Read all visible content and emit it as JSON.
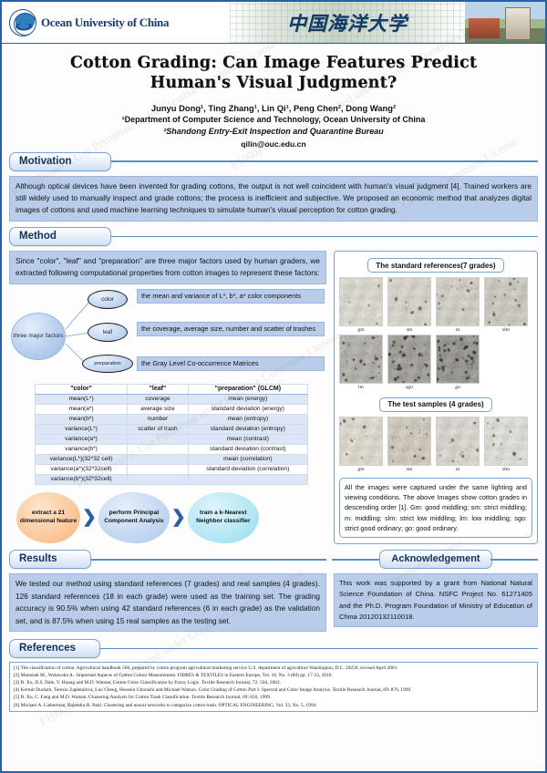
{
  "banner": {
    "university_en": "Ocean University of China",
    "university_cn": "中国海洋大学",
    "logo_icon": "ocean-university-seal-icon",
    "photo_icon": "campus-photo-icon"
  },
  "title": {
    "line1": "Cotton Grading: Can Image Features Predict",
    "line2": "Human's Visual Judgment?"
  },
  "authors": {
    "names": "Junyu Dong¹, Ting Zhang¹, Lin Qi¹, Peng Chen², Dong Wang²",
    "affiliation1": "¹Department of Computer Science and Technology, Ocean University of China",
    "affiliation2": "²Shandong Entry-Exit Inspection and Quarantine Bureau",
    "email": "qilin@ouc.edu.cn"
  },
  "sections": {
    "motivation": "Motivation",
    "method": "Method",
    "results": "Results",
    "acknowledgement": "Acknowledgement",
    "references": "References"
  },
  "motivation": {
    "text": "Although optical devices have been invented for grading cottons, the output is not well coincident with human's visual judgment [4]. Trained workers are still widely used to manually inspect and grade cottons; the process is inefficient and subjective. We proposed an economic method that analyzes digital images of cottons and used machine learning techniques to simulate human's visual perception for cotton grading."
  },
  "method": {
    "intro": "Since \"color\", \"leaf\" and \"preparation\" are three major factors used by human graders, we extracted following computational properties from cotton images to represent these factors:",
    "factor_root": "three major factors",
    "factors": [
      {
        "name": "color",
        "desc": "the mean and variance of L*, b*, a* color components"
      },
      {
        "name": "leaf",
        "desc": "the coverage, average size, number and scatter of trashes"
      },
      {
        "name": "preparation",
        "desc": "the Gray Level Co-occurrence Matrices"
      }
    ],
    "table": {
      "headers": [
        "\"color\"",
        "\"leaf\"",
        "\"preparation\" (GLCM)"
      ],
      "rows": [
        [
          "mean(L*)",
          "coverage",
          "mean (energy)"
        ],
        [
          "mean(a*)",
          "average size",
          "standard deviation (energy)"
        ],
        [
          "mean(b*)",
          "number",
          "mean (entropy)"
        ],
        [
          "variance(L*)",
          "scatter of trash",
          "standard deviation (entropy)"
        ],
        [
          "variance(a*)",
          "",
          "mean (contrast)"
        ],
        [
          "variance(b*)",
          "",
          "standard deviation (contrast)"
        ],
        [
          "variance(L*)(32*32 cell)",
          "",
          "mean (correlation)"
        ],
        [
          "variance(a*)(32*32cell)",
          "",
          "standard deviation (correlation)"
        ],
        [
          "variance(b*)(32*32cell)",
          "",
          ""
        ]
      ]
    },
    "flow": [
      "extract a 21 dimensional feature",
      "perform Principal Component Analysis",
      "train a k-Nearest Neighbor classifier"
    ],
    "flow_arrow_icon": "chevron-right-icon"
  },
  "images": {
    "standard_caption": "The standard references(7 grades)",
    "test_caption": "The test samples (4 grades)",
    "standard_row1": [
      "gm",
      "sm",
      "m",
      "slm"
    ],
    "standard_row2": [
      "lm",
      "sgo",
      "go"
    ],
    "test_labels": [
      "gm",
      "sm",
      "m",
      "slm"
    ],
    "note": "All the images were captured under the same lighting and viewing conditions. The above Images show cotton grades in descending order [1]. Gm: good middling; sm: strict middling; m: middling; slm: strict low middling; lm: low middling; sgo: strict good ordinary; go: good ordinary."
  },
  "results": {
    "text": "We tested our method using standard references (7 grades) and real samples (4 grades). 126 standard references (18 in each grade) were used as the training set. The grading accuracy is 90.5% when using 42 standard references (6 in each grade) as the validation set, and is 87.5% when using 15 real samples as the testing set."
  },
  "acknowledgement": {
    "text": "This work was supported by a grant from National Natural Science Foundation of China. NSFC Project No. 61271405 and the Ph.D. Program Foundation of Ministry of Education of China 20120132110018."
  },
  "references": [
    "[1] The classification of cotton. Agricultural handbook 566, prepared by cotton program agricultural marketing service U.S. department of agriculture Washington, D.C. 20250, revised April 2001.",
    "[2] Matusiak M., Walawska A.. Important Aspects of Cotton Colour Measurement. FIBRES & TEXTILES in Eastern Europe, Vol. 18, No. 3 (80) pp. 17-23, 2010.",
    "[3] B. Xu, D.S. Dale, Y. Huang and M.D. Watson, Cotton Color Classification by Fuzzy Logic. Textile Research Journal, 72: 504, 2002.",
    "[4] Kermit Duckett, Terezie Zapletalova, Luo Cheng, Hossein Ghorashi and Michael Watson. Color Grading of Cotton Part I: Spectral and Color Image Analysis. Textile Research Journal, 69: 876, 1999.",
    "[5] B. Xu, C. Fang and M.D. Watson. Clustering Analysis for Cotton Trash Classification. Textile Research Journal, 69: 656, 1999.",
    "[6] Michael A. Lieberman, Rajendra B. Patil. Clustering and neural networks to categorize cotton trash. OPTICAL ENGINEERING, Vol. 33, No. 5, 1994."
  ],
  "watermarks": [
    "F1000Posters: Use Permitted under Creative Commons License",
    "Creative Commons License"
  ]
}
